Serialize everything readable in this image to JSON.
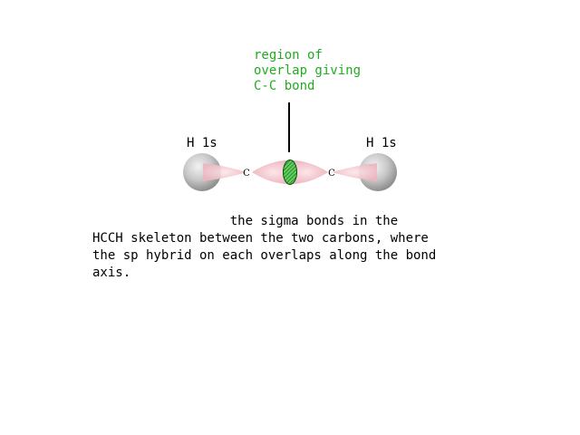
{
  "callout": {
    "text": "region of\noverlap giving\nC-C bond"
  },
  "orbitals": {
    "h_left_label": "H 1s",
    "h_right_label": "H 1s",
    "carbon_left_label": "C",
    "carbon_right_label": "C"
  },
  "caption": {
    "text": "                  the sigma bonds in the\nHCCH skeleton between the two carbons, where\nthe sp hybrid on each overlaps along the bond\naxis."
  },
  "colors": {
    "callout_text": "#22aa22",
    "overlap_fill": "#33bb33",
    "overlap_stroke": "#006600",
    "sp_lobe": "#f2c4cc",
    "h_sphere": "#bbbbbb"
  }
}
